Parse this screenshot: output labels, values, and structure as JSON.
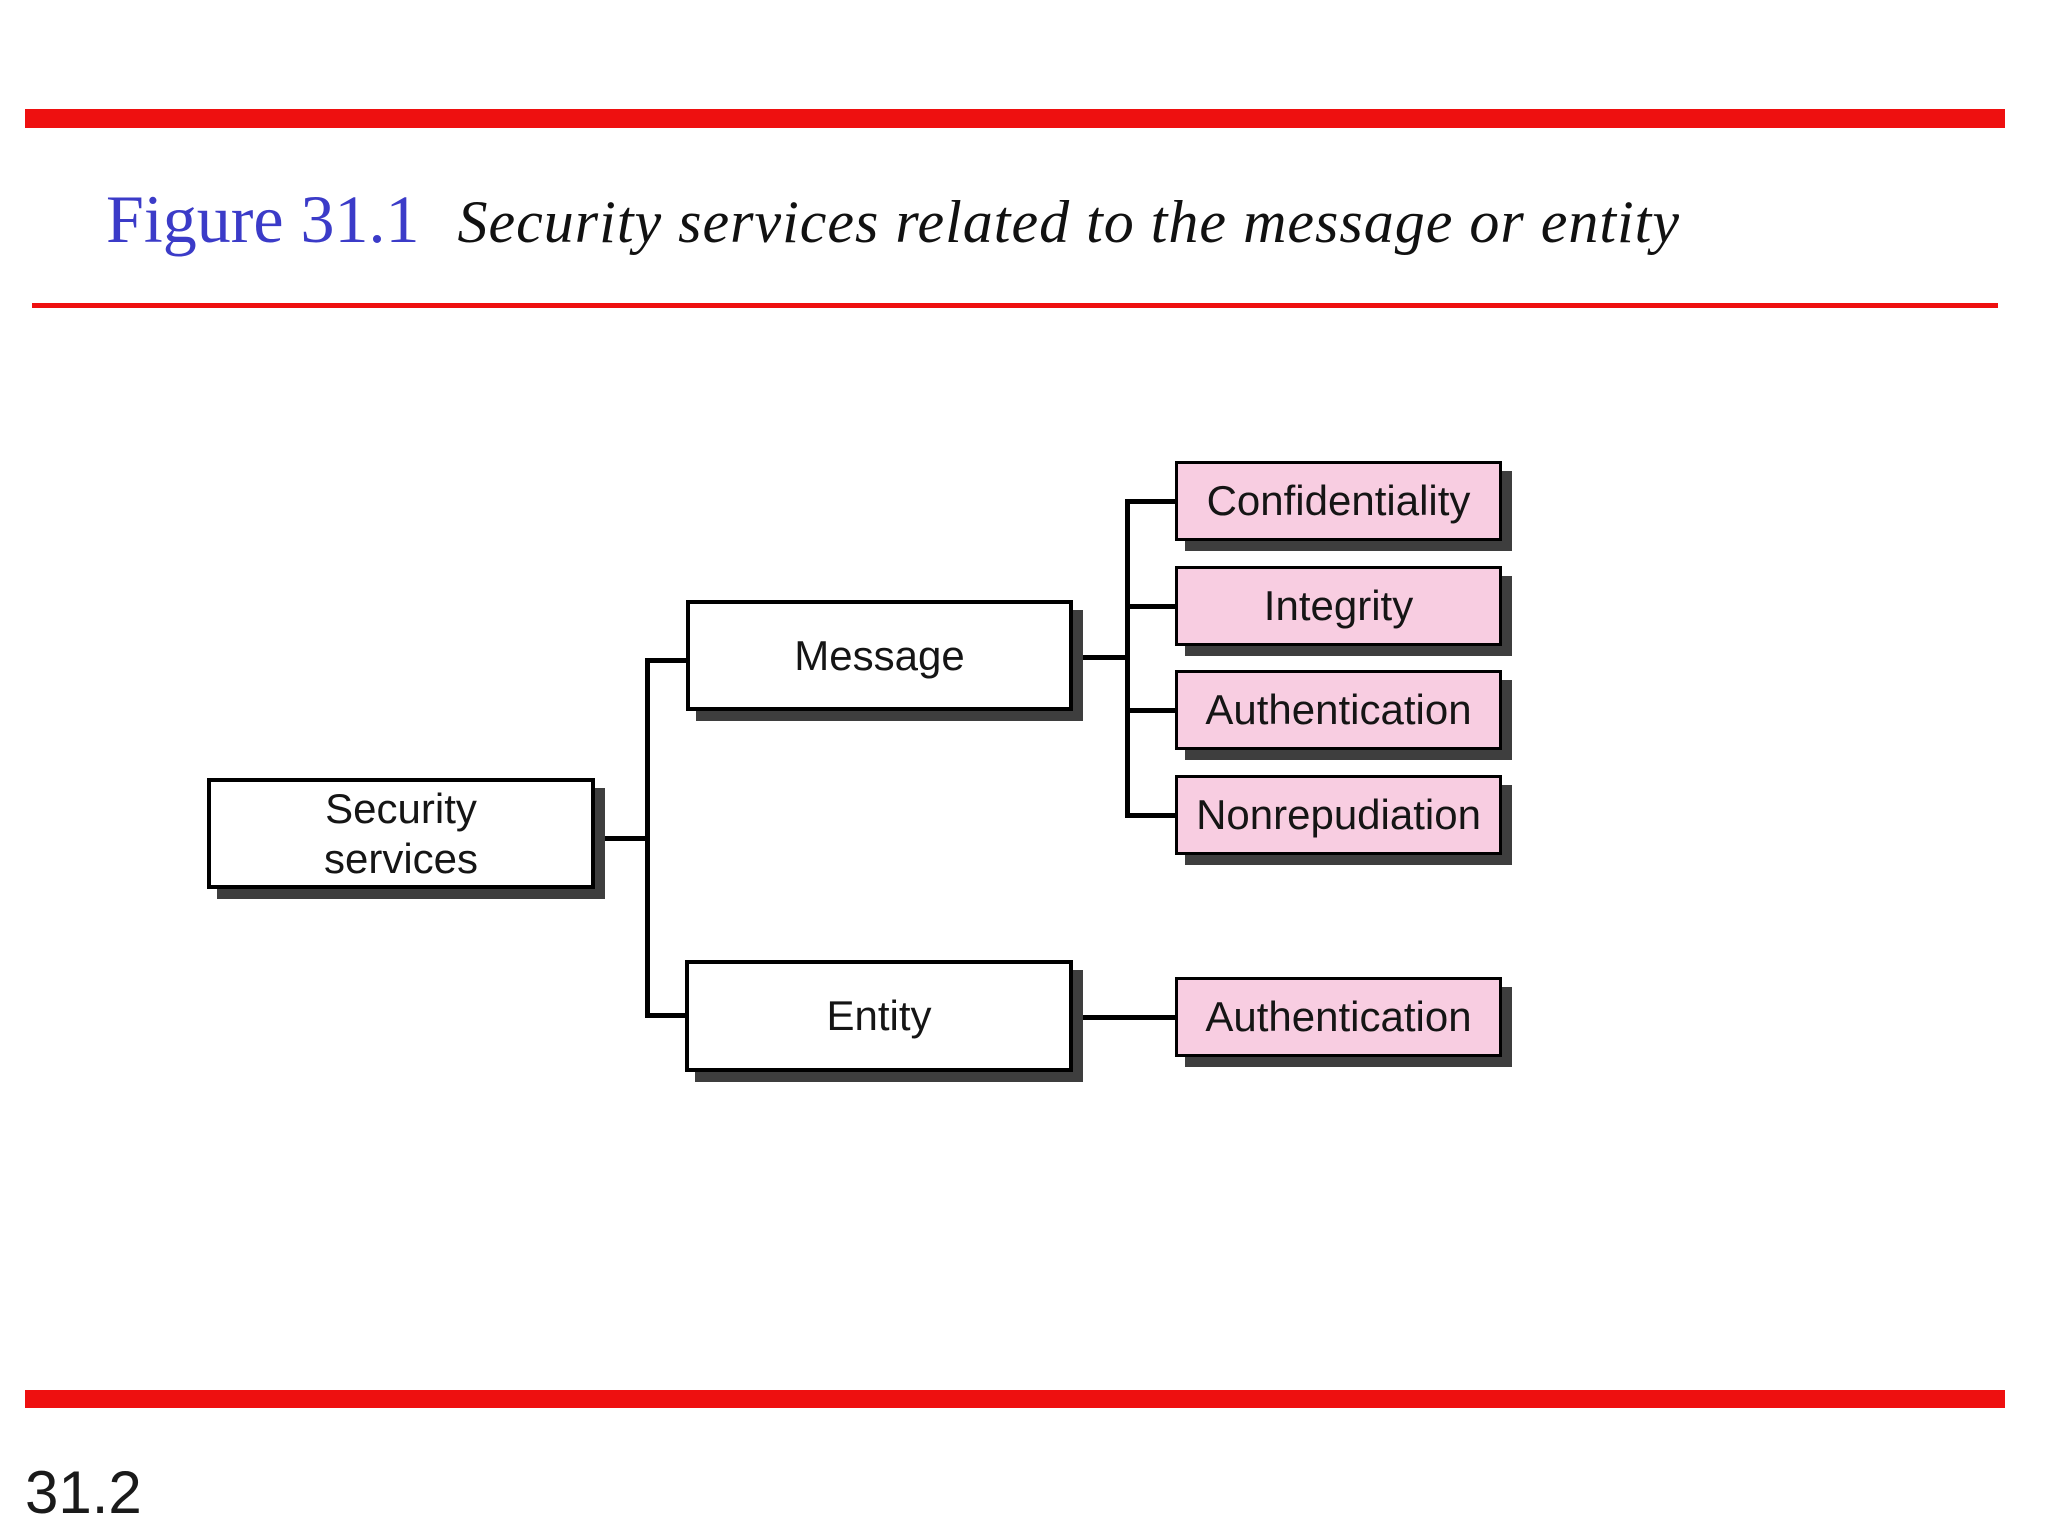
{
  "header": {
    "figure_label": "Figure 31.1",
    "figure_caption": "Security services related to the message or entity"
  },
  "footer": {
    "page_number": "31.2"
  },
  "diagram": {
    "root": {
      "lines": [
        "Security",
        "services"
      ]
    },
    "branches": [
      {
        "label": "Message",
        "children": [
          "Confidentiality",
          "Integrity",
          "Authentication",
          "Nonrepudiation"
        ]
      },
      {
        "label": "Entity",
        "children": [
          "Authentication"
        ]
      }
    ]
  },
  "colors": {
    "accent_red": "#ee1010",
    "title_blue": "#3b3bc8",
    "box_pink": "#f8cde1",
    "shadow_gray": "#3e3e3e",
    "line_black": "#000000"
  }
}
